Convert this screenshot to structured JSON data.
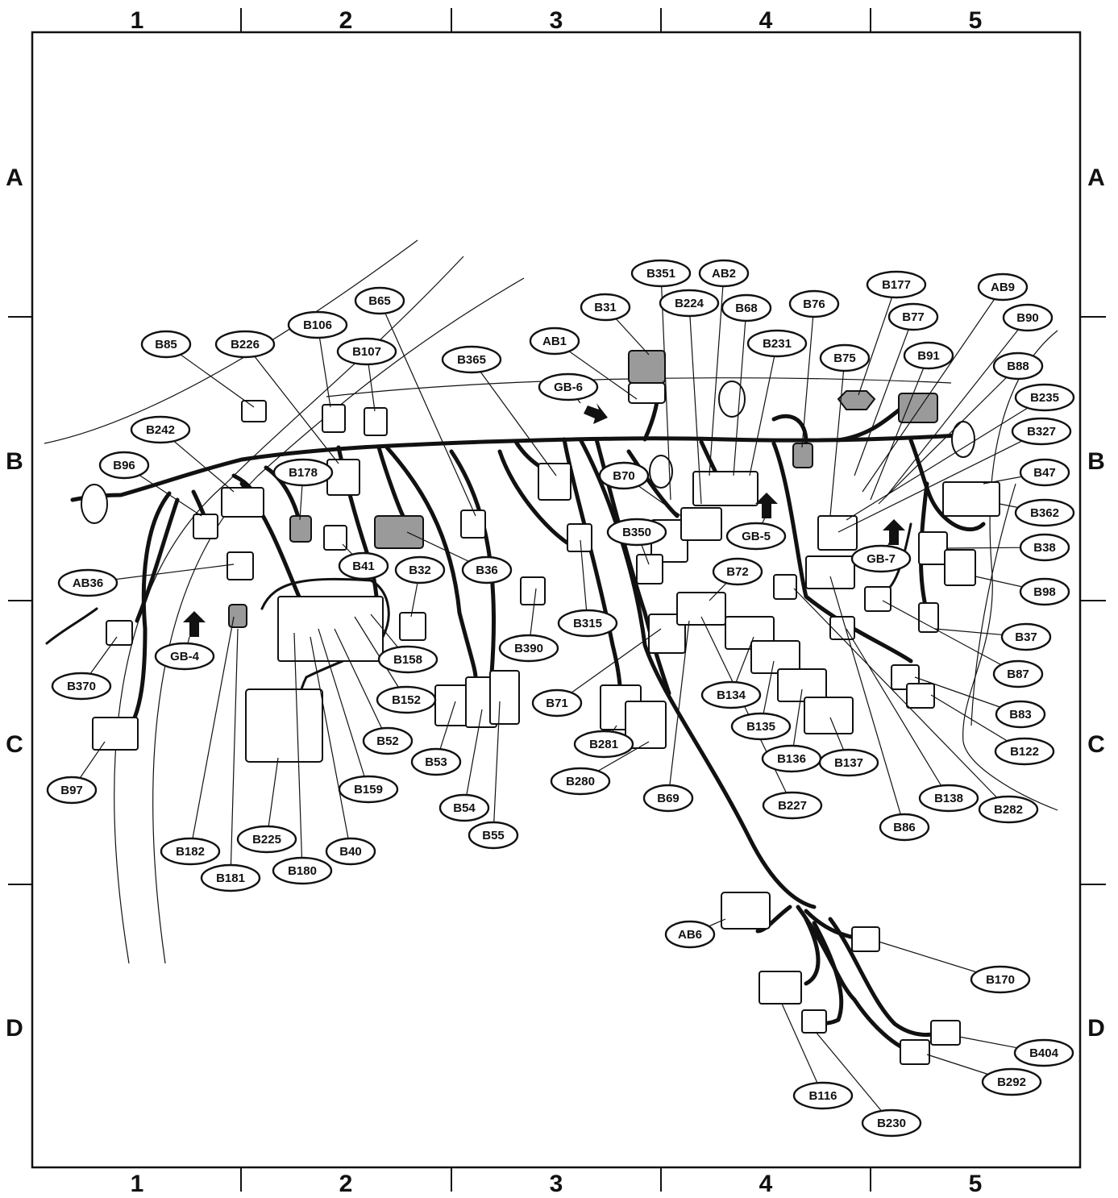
{
  "grid": {
    "columns": [
      "1",
      "2",
      "3",
      "4",
      "5"
    ],
    "rows": [
      "A",
      "B",
      "C",
      "D"
    ]
  },
  "callouts": [
    {
      "id": "B31",
      "label": "B31"
    },
    {
      "id": "B351",
      "label": "B351"
    },
    {
      "id": "AB2",
      "label": "AB2"
    },
    {
      "id": "B224",
      "label": "B224"
    },
    {
      "id": "B68",
      "label": "B68"
    },
    {
      "id": "B76",
      "label": "B76"
    },
    {
      "id": "B177",
      "label": "B177"
    },
    {
      "id": "AB9",
      "label": "AB9"
    },
    {
      "id": "B77",
      "label": "B77"
    },
    {
      "id": "B90",
      "label": "B90"
    },
    {
      "id": "B65",
      "label": "B65"
    },
    {
      "id": "B106",
      "label": "B106"
    },
    {
      "id": "B107",
      "label": "B107"
    },
    {
      "id": "B85",
      "label": "B85"
    },
    {
      "id": "B226",
      "label": "B226"
    },
    {
      "id": "B365",
      "label": "B365"
    },
    {
      "id": "AB1",
      "label": "AB1"
    },
    {
      "id": "B231",
      "label": "B231"
    },
    {
      "id": "B75",
      "label": "B75"
    },
    {
      "id": "B91",
      "label": "B91"
    },
    {
      "id": "B88",
      "label": "B88"
    },
    {
      "id": "GB-6",
      "label": "GB-6"
    },
    {
      "id": "B235",
      "label": "B235"
    },
    {
      "id": "B242",
      "label": "B242"
    },
    {
      "id": "B327",
      "label": "B327"
    },
    {
      "id": "B96",
      "label": "B96"
    },
    {
      "id": "B178",
      "label": "B178"
    },
    {
      "id": "B70",
      "label": "B70"
    },
    {
      "id": "B47",
      "label": "B47"
    },
    {
      "id": "B362",
      "label": "B362"
    },
    {
      "id": "GB-5",
      "label": "GB-5"
    },
    {
      "id": "B350",
      "label": "B350"
    },
    {
      "id": "B41",
      "label": "B41"
    },
    {
      "id": "B36",
      "label": "B36"
    },
    {
      "id": "B38",
      "label": "B38"
    },
    {
      "id": "GB-7",
      "label": "GB-7"
    },
    {
      "id": "AB36",
      "label": "AB36"
    },
    {
      "id": "B32",
      "label": "B32"
    },
    {
      "id": "B72",
      "label": "B72"
    },
    {
      "id": "B98",
      "label": "B98"
    },
    {
      "id": "B315",
      "label": "B315"
    },
    {
      "id": "B390",
      "label": "B390"
    },
    {
      "id": "B37",
      "label": "B37"
    },
    {
      "id": "GB-4",
      "label": "GB-4"
    },
    {
      "id": "B158",
      "label": "B158"
    },
    {
      "id": "B370",
      "label": "B370"
    },
    {
      "id": "B87",
      "label": "B87"
    },
    {
      "id": "B152",
      "label": "B152"
    },
    {
      "id": "B134",
      "label": "B134"
    },
    {
      "id": "B71",
      "label": "B71"
    },
    {
      "id": "B83",
      "label": "B83"
    },
    {
      "id": "B135",
      "label": "B135"
    },
    {
      "id": "B52",
      "label": "B52"
    },
    {
      "id": "B281",
      "label": "B281"
    },
    {
      "id": "B122",
      "label": "B122"
    },
    {
      "id": "B53",
      "label": "B53"
    },
    {
      "id": "B136",
      "label": "B136"
    },
    {
      "id": "B137",
      "label": "B137"
    },
    {
      "id": "B97",
      "label": "B97"
    },
    {
      "id": "B159",
      "label": "B159"
    },
    {
      "id": "B280",
      "label": "B280"
    },
    {
      "id": "B69",
      "label": "B69"
    },
    {
      "id": "B138",
      "label": "B138"
    },
    {
      "id": "B54",
      "label": "B54"
    },
    {
      "id": "B227",
      "label": "B227"
    },
    {
      "id": "B282",
      "label": "B282"
    },
    {
      "id": "B86",
      "label": "B86"
    },
    {
      "id": "B55",
      "label": "B55"
    },
    {
      "id": "B225",
      "label": "B225"
    },
    {
      "id": "B182",
      "label": "B182"
    },
    {
      "id": "B40",
      "label": "B40"
    },
    {
      "id": "B180",
      "label": "B180"
    },
    {
      "id": "B181",
      "label": "B181"
    },
    {
      "id": "AB6",
      "label": "AB6"
    },
    {
      "id": "B170",
      "label": "B170"
    },
    {
      "id": "B404",
      "label": "B404"
    },
    {
      "id": "B292",
      "label": "B292"
    },
    {
      "id": "B116",
      "label": "B116"
    },
    {
      "id": "B230",
      "label": "B230"
    }
  ]
}
